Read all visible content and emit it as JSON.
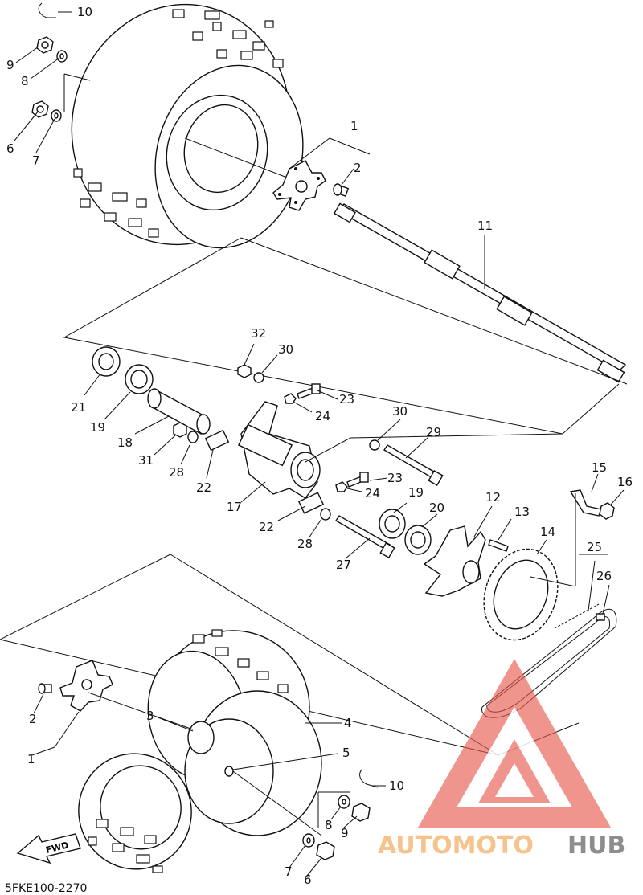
{
  "labels": {
    "l10a": "10",
    "l9a": "9",
    "l8a": "8",
    "l6a": "6",
    "l7a": "7",
    "l1a": "1",
    "l2a": "2",
    "l11": "11",
    "l32": "32",
    "l30a": "30",
    "l21": "21",
    "l19a": "19",
    "l23a": "23",
    "l24a": "24",
    "l18": "18",
    "l31": "31",
    "l28a": "28",
    "l22a": "22",
    "l30b": "30",
    "l29": "29",
    "l23b": "23",
    "l24b": "24",
    "l17": "17",
    "l19b": "19",
    "l12": "12",
    "l13": "13",
    "l15": "15",
    "l16": "16",
    "l20": "20",
    "l14": "14",
    "l22b": "22",
    "l28b": "28",
    "l27": "27",
    "l25": "25",
    "l26": "26",
    "l2b": "2",
    "l1b": "1",
    "l3": "3",
    "l4": "4",
    "l5": "5",
    "l10b": "10",
    "l8b": "8",
    "l9b": "9",
    "l7b": "7",
    "l6b": "6"
  },
  "fwd_label": "FWD",
  "diagram_code": "5FKE100-2270",
  "watermark": {
    "part1": "AUTOMOTO",
    "part2": "HUB",
    "color1": "#f5b97a",
    "color2": "#7a7a7a",
    "logo_color": "#e85a4f"
  }
}
